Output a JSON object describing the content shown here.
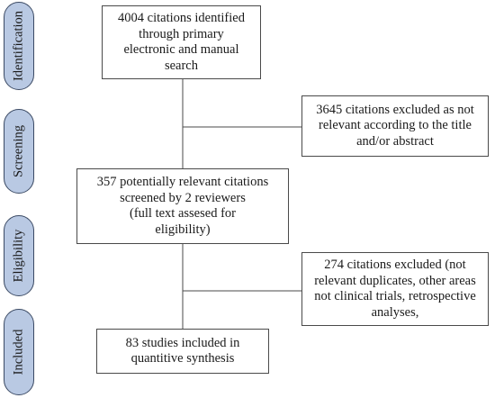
{
  "stages": [
    {
      "id": "identification",
      "label": "Identification"
    },
    {
      "id": "screening",
      "label": "Screening"
    },
    {
      "id": "eligibility",
      "label": "Eligibility"
    },
    {
      "id": "included",
      "label": "Included"
    }
  ],
  "boxes": {
    "identified": "4004 citations identified\nthrough primary\nelectronic and manual\nsearch",
    "excluded_title": "3645 citations excluded as not\nrelevant according to the title\nand/or abstract",
    "screened": "357 potentially relevant citations\nscreened by 2 reviewers\n(full text assesed for\neligibility)",
    "excluded_duplicates": "274 citations excluded (not\nrelevant duplicates, other areas\nnot clinical trials, retrospective\nanalyses,",
    "included": "83 studies included in\nquantitive synthesis"
  }
}
